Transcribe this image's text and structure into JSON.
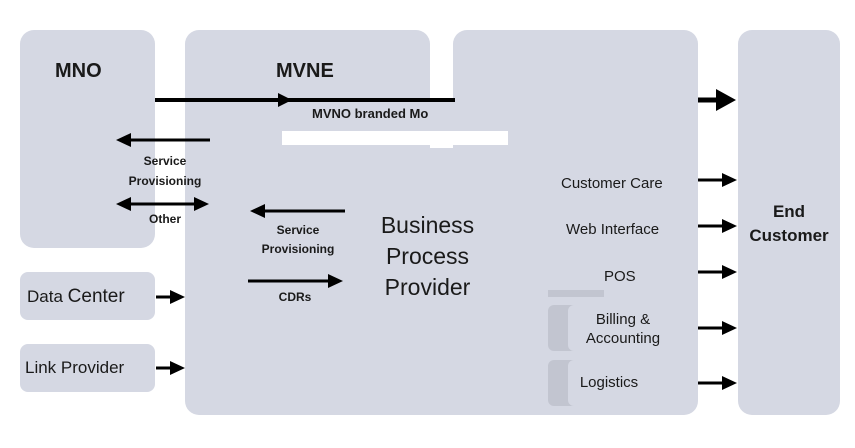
{
  "mno": {
    "title": "MNO"
  },
  "mvne": {
    "title": "MVNE"
  },
  "mvno_flow_label": "MVNO branded Mo",
  "mno_links": {
    "service_provisioning": [
      "Service",
      "Provisioning"
    ],
    "other": "Other"
  },
  "mvne_links": {
    "service_provisioning": [
      "Service",
      "Provisioning"
    ],
    "cdrs": "CDRs"
  },
  "bpp": {
    "title_lines": [
      "Business",
      "Process",
      "Provider"
    ]
  },
  "data_center": {
    "prefix": "Data",
    "suffix": "Center"
  },
  "link_provider": "Link Provider",
  "services": {
    "customer_care": "Customer Care",
    "web_interface": "Web Interface",
    "pos": "POS",
    "billing": [
      "Billing &",
      "Accounting"
    ],
    "logistics": "Logistics"
  },
  "end_customer": [
    "End",
    "Customer"
  ],
  "colors": {
    "box_fill": "#d5d8e3",
    "box_dark": "#c2c5d0",
    "arrow": "#000000",
    "text": "#1a1a1a"
  }
}
